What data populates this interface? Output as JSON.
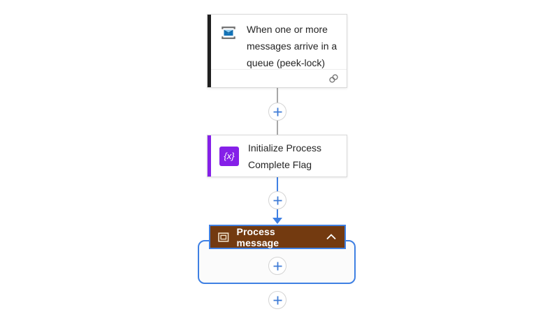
{
  "colors": {
    "accent_blue": "#3F80E3",
    "connector_gray": "#A8A8A8",
    "scope_brown": "#733A10",
    "variables_purple": "#8520E8",
    "trigger_bar": "#1F1F1F",
    "card_border": "#D9D9D9",
    "text": "#242424",
    "plus_blue": "#3E7BD6"
  },
  "workflow": {
    "trigger": {
      "title": "When one or more messages arrive in a queue (peek-lock)",
      "icon": "service-bus-icon",
      "footer_icon": "connection-link-icon"
    },
    "action": {
      "title": "Initialize Process Complete Flag",
      "icon": "variables-icon",
      "icon_glyph": "{x}"
    },
    "scope": {
      "title": "Process message",
      "icon": "scope-icon",
      "collapse_icon": "chevron-up-icon",
      "state": "expanded"
    },
    "insert_buttons": {
      "icon": "plus-icon",
      "count": 4
    }
  }
}
